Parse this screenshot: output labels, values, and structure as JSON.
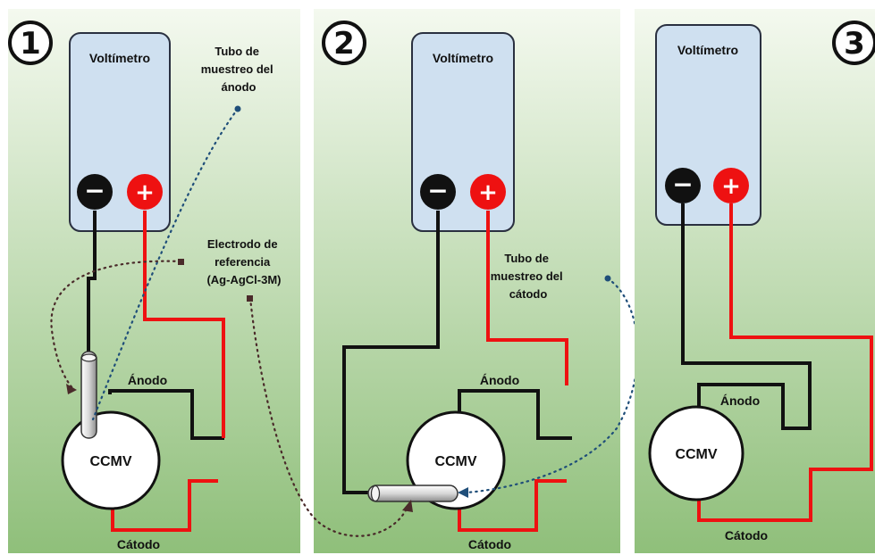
{
  "panels": [
    {
      "number": "1",
      "voltmeter_label": "Voltímetro",
      "tube_label": [
        "Tubo de",
        "muestreo del",
        "ánodo"
      ],
      "electrode_label": [
        "Electrodo de",
        "referencia",
        "(Ag-AgCl-3M)"
      ],
      "anode_label": "Ánodo",
      "cell_label": "CCMV",
      "cathode_label": "Cátodo"
    },
    {
      "number": "2",
      "voltmeter_label": "Voltímetro",
      "tube_label": [
        "Tubo de",
        "muestreo del",
        "cátodo"
      ],
      "anode_label": "Ánodo",
      "cell_label": "CCMV",
      "cathode_label": "Cátodo"
    },
    {
      "number": "3",
      "voltmeter_label": "Voltímetro",
      "anode_label": "Ánodo",
      "cell_label": "CCMV",
      "cathode_label": "Cátodo"
    }
  ],
  "terminals": {
    "negative": "−",
    "positive": "+"
  },
  "colors": {
    "panel_top": "#f4f9ef",
    "panel_bottom": "#8fbf7a",
    "voltmeter_fill": "#cfe0f0",
    "negative_terminal": "#111111",
    "positive_terminal": "#ee1111",
    "anode_tube_dots": "#1f4e79",
    "electrode_dots": "#4a2a2a"
  }
}
